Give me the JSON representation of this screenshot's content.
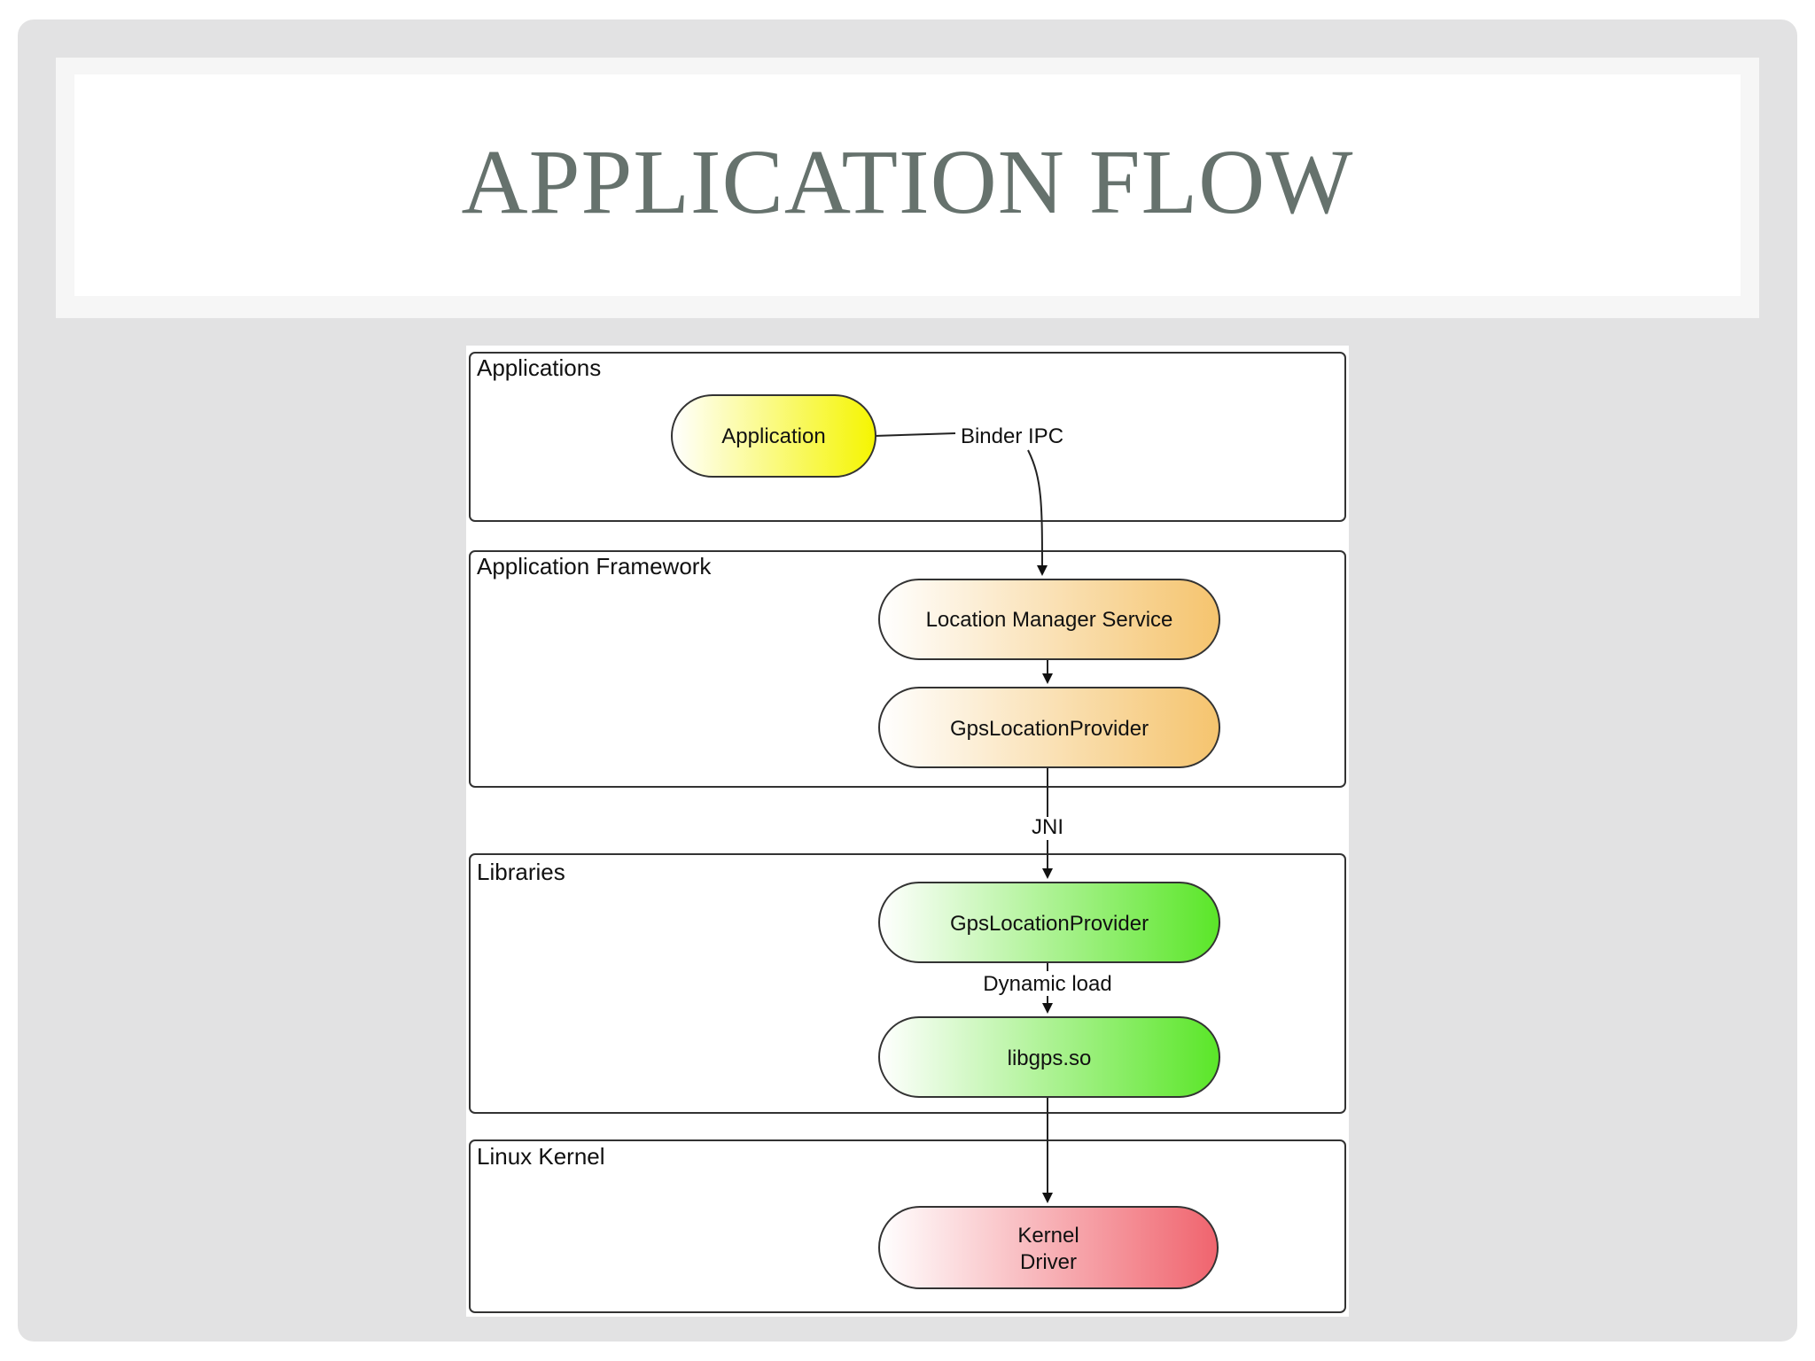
{
  "slide": {
    "title": "APPLICATION FLOW"
  },
  "diagram": {
    "layers": [
      {
        "id": "applications",
        "label": "Applications"
      },
      {
        "id": "framework",
        "label": "Application Framework"
      },
      {
        "id": "libraries",
        "label": "Libraries"
      },
      {
        "id": "kernel",
        "label": "Linux Kernel"
      }
    ],
    "nodes": {
      "application": {
        "label": "Application",
        "color": "#f5f500"
      },
      "location_manager": {
        "label": "Location Manager Service",
        "color": "#f5c46e"
      },
      "gps_provider_framework": {
        "label": "GpsLocationProvider",
        "color": "#f5c46e"
      },
      "gps_provider_lib": {
        "label": "GpsLocationProvider",
        "color": "#5ae628"
      },
      "libgps": {
        "label": "libgps.so",
        "color": "#5ae628"
      },
      "kernel_driver": {
        "label_line1": "Kernel",
        "label_line2": "Driver",
        "color": "#f0646e"
      }
    },
    "connectors": {
      "binder": "Binder IPC",
      "jni": "JNI",
      "dynamic_load": "Dynamic load"
    }
  }
}
